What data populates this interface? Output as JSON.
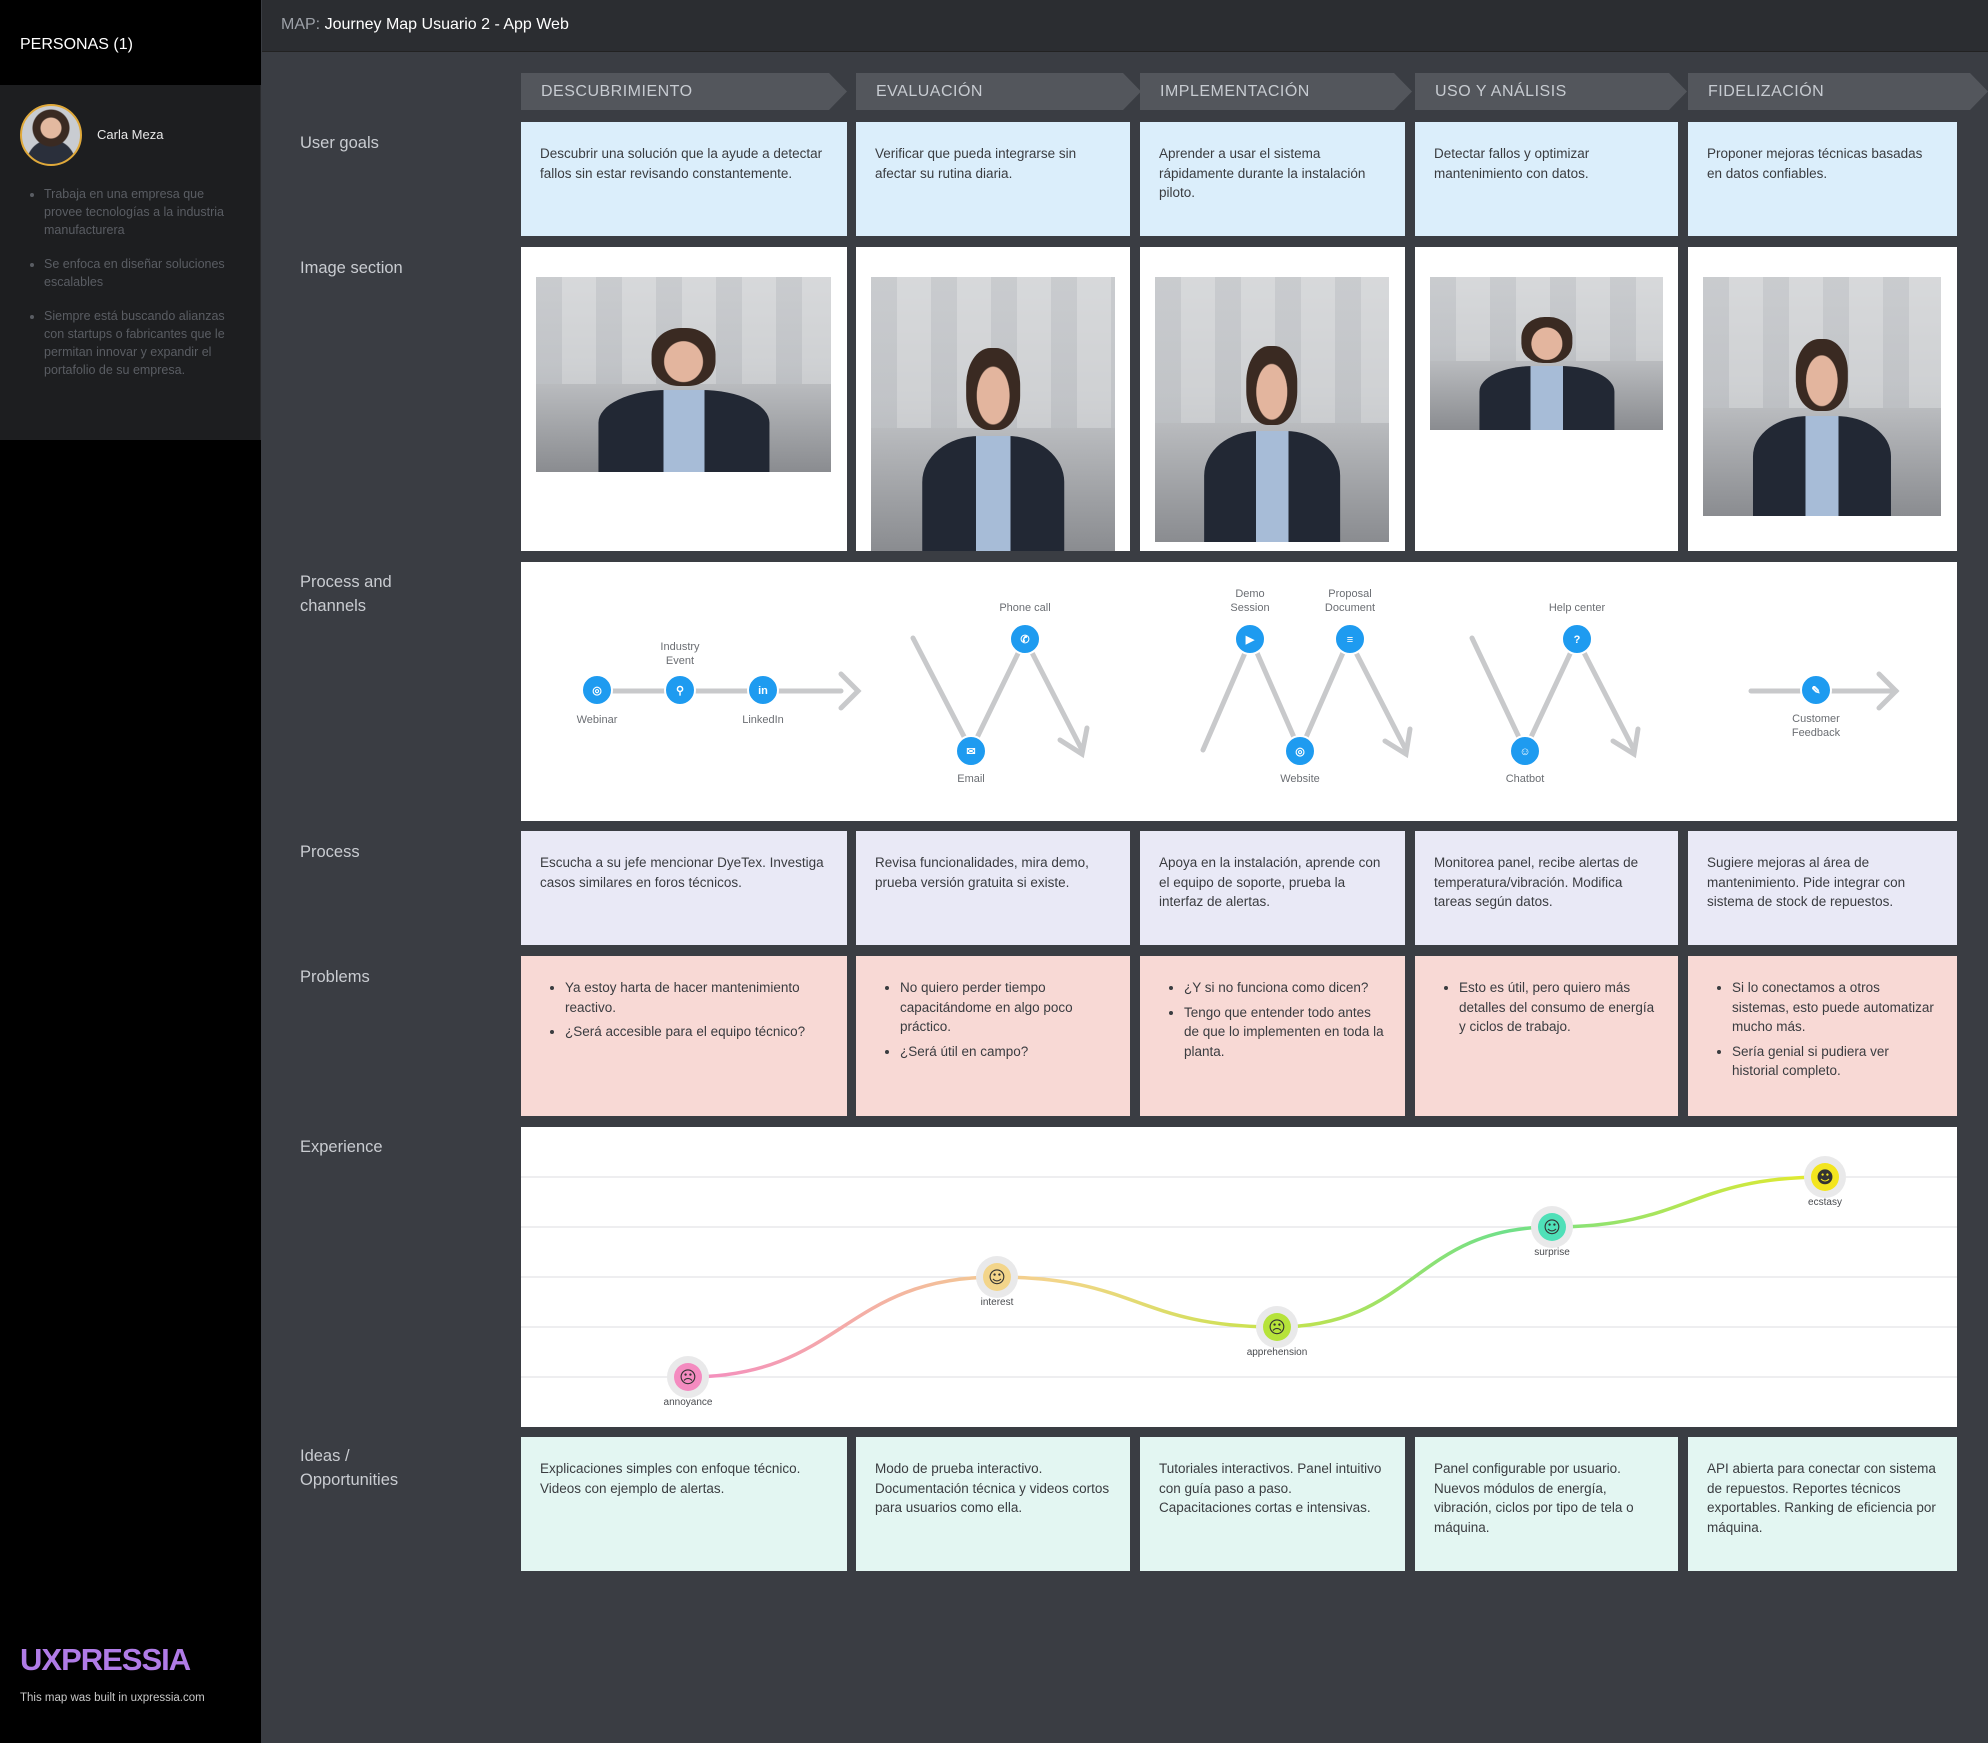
{
  "sidebar": {
    "personas_heading": "PERSONAS (1)",
    "persona": {
      "name": "Carla Meza",
      "bullets": [
        "Trabaja en una empresa que provee tecnologías a la industria manufacturera",
        "Se enfoca en diseñar soluciones escalables",
        "Siempre está buscando alianzas con startups o fabricantes que le permitan innovar y expandir el portafolio de su empresa."
      ]
    },
    "brand": "UXPRESSIA",
    "brand_caption": "This map was built in uxpressia.com"
  },
  "header": {
    "prefix": "MAP:",
    "title": "Journey Map Usuario 2 - App Web"
  },
  "stages": [
    "DESCUBRIMIENTO",
    "EVALUACIÓN",
    "IMPLEMENTACIÓN",
    "USO Y ANÁLISIS",
    "FIDELIZACIÓN"
  ],
  "rows": {
    "user_goals": {
      "label": "User goals",
      "cells": [
        "Descubrir una solución que la ayude a detectar fallos sin estar revisando constantemente.",
        "Verificar que pueda integrarse sin afectar su rutina diaria.",
        "Aprender a usar el sistema rápidamente durante la instalación piloto.",
        "Detectar fallos y optimizar mantenimiento con datos.",
        "Proponer mejoras técnicas basadas en datos confiables."
      ]
    },
    "image_section": {
      "label": "Image section"
    },
    "process_channels": {
      "label": "Process and channels",
      "channels": {
        "webinar": "Webinar",
        "industry_event": "Industry Event",
        "linkedin": "LinkedIn",
        "email": "Email",
        "phone_call": "Phone call",
        "demo_session": "Demo Session",
        "website": "Website",
        "proposal_document": "Proposal Document",
        "chatbot": "Chatbot",
        "help_center": "Help center",
        "customer_feedback": "Customer Feedback"
      },
      "icon_color": "#1e9bf0"
    },
    "process": {
      "label": "Process",
      "cells": [
        "Escucha a su jefe mencionar DyeTex. Investiga casos similares en foros técnicos.",
        "Revisa funcionalidades, mira demo, prueba versión gratuita si existe.",
        "Apoya en la instalación, aprende con el equipo de soporte, prueba la interfaz de alertas.",
        "Monitorea panel, recibe alertas de temperatura/vibración. Modifica tareas según datos.",
        "Sugiere mejoras al área de mantenimiento. Pide integrar con sistema de stock de repuestos."
      ]
    },
    "problems": {
      "label": "Problems",
      "cells": [
        [
          "Ya estoy harta de hacer mantenimiento reactivo.",
          "¿Será accesible para el equipo técnico?"
        ],
        [
          "No quiero perder tiempo capacitándome en algo poco práctico.",
          "¿Será útil en campo?"
        ],
        [
          "¿Y si no funciona como dicen?",
          "Tengo que entender todo antes de que lo implementen en toda la planta."
        ],
        [
          "Esto es útil, pero quiero más detalles del consumo de energía y ciclos de trabajo."
        ],
        [
          "Si lo conectamos a otros sistemas, esto puede automatizar mucho más.",
          "Sería genial si pudiera ver historial completo."
        ]
      ]
    },
    "experience": {
      "label": "Experience",
      "emotions": [
        {
          "stage": "DESCUBRIMIENTO",
          "name": "annoyance",
          "level": 0,
          "color": "#f48bc0"
        },
        {
          "stage": "EVALUACIÓN",
          "name": "interest",
          "level": 2,
          "color": "#f3d58a"
        },
        {
          "stage": "IMPLEMENTACIÓN",
          "name": "apprehension",
          "level": 1,
          "color": "#b6e33a"
        },
        {
          "stage": "USO Y ANÁLISIS",
          "name": "surprise",
          "level": 3,
          "color": "#4fe0b8"
        },
        {
          "stage": "FIDELIZACIÓN",
          "name": "ecstasy",
          "level": 4,
          "color": "#f3e51e"
        }
      ]
    },
    "ideas": {
      "label": "Ideas / Opportunities",
      "cells": [
        "Explicaciones simples con enfoque técnico. Videos con ejemplo de alertas.",
        "Modo de prueba interactivo. Documentación técnica y videos cortos para usuarios como ella.",
        "Tutoriales interactivos. Panel intuitivo con guía paso a paso. Capacitaciones cortas e intensivas.",
        "Panel configurable por usuario. Nuevos módulos de energía, vibración, ciclos por tipo de tela o máquina.",
        "API abierta para conectar con sistema de repuestos. Reportes técnicos exportables. Ranking de eficiencia por máquina."
      ]
    }
  }
}
